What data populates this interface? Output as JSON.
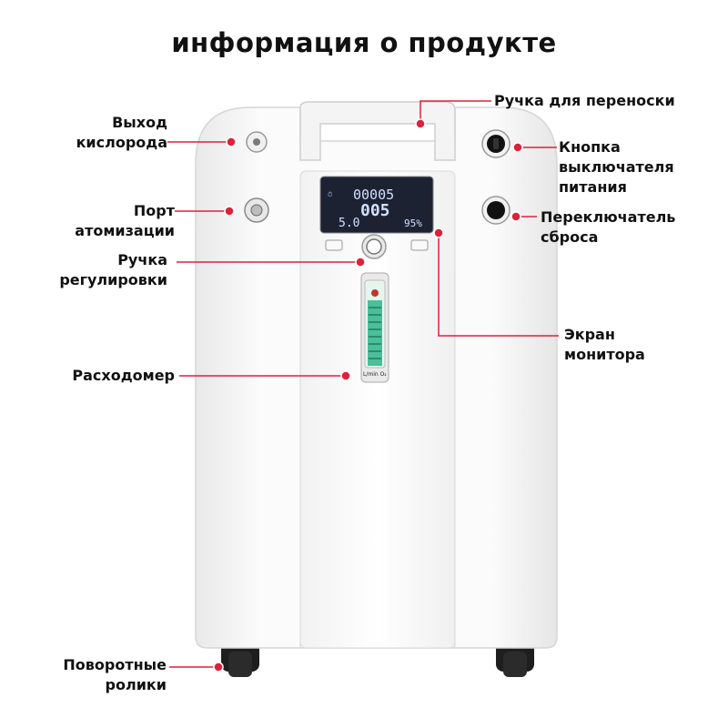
{
  "page": {
    "title": "информация о продукте"
  },
  "labels": {
    "carry_handle": "Ручка для переноски",
    "oxygen_outlet": [
      "Выход",
      "кислорода"
    ],
    "power_switch": [
      "Кнопка",
      "выключателя",
      "питания"
    ],
    "atomization_port": [
      "Порт",
      "атомизации"
    ],
    "reset_switch": [
      "Переключатель",
      "сброса"
    ],
    "adjust_knob": [
      "Ручка",
      "регулировки"
    ],
    "monitor_screen": [
      "Экран",
      "монитора"
    ],
    "flowmeter": "Расходомер",
    "casters": [
      "Поворотные",
      "ролики"
    ]
  },
  "display": {
    "timer": "00005",
    "concentration_main": "005",
    "flow": "5.0",
    "purity": "95%",
    "flow_unit": "L/min O₂"
  },
  "colors": {
    "marker": "#e0203a",
    "lcd_bg": "#1d2233",
    "lcd_text": "#bfd6ff",
    "flow_fluid": "#2fb58a"
  }
}
